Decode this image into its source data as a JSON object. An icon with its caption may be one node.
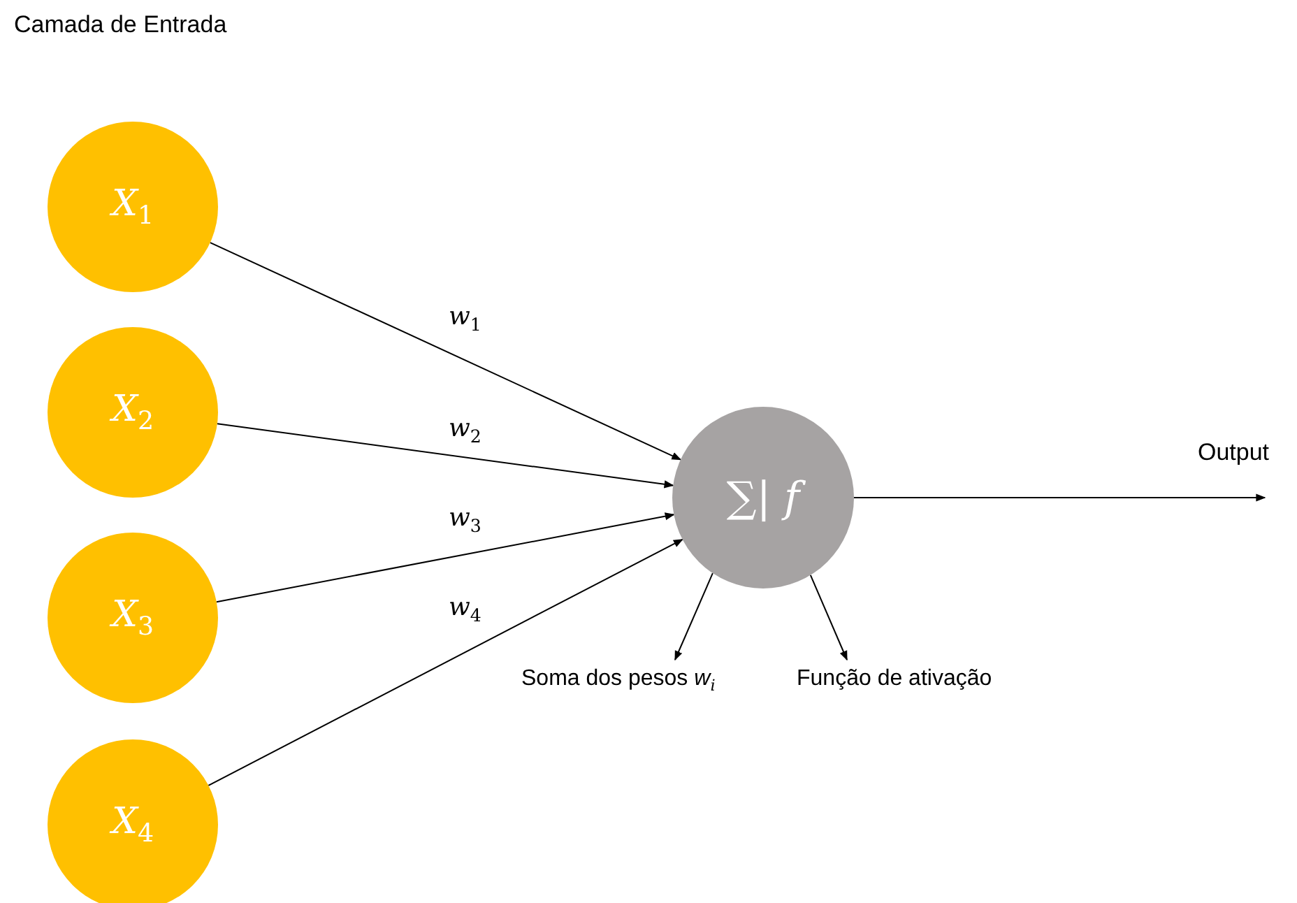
{
  "diagram": {
    "title": "Camada de Entrada",
    "nodes": [
      {
        "text": [
          "X$_{1}$"
        ]
      },
      {
        "text": [
          "X$_{2}$"
        ]
      },
      {
        "text": [
          "X$_{3}$"
        ]
      },
      {
        "text": [
          "X$_{4}$"
        ]
      },
      {
        "text": [
          "∑| *f*"
        ]
      },
      {
        "text": [
          "Soma dos pesos *w*$_{i}$"
        ]
      },
      {
        "text": [
          "Função de ativação"
        ]
      }
    ],
    "edges": [
      {
        "from": 0,
        "to": 4,
        "arrow": "to",
        "label": "*w*$_{1}$"
      },
      {
        "from": 1,
        "to": 4,
        "arrow": "to",
        "label": "*w*$_{2}$"
      },
      {
        "from": 2,
        "to": 4,
        "arrow": "to",
        "label": "*w*$_{3}$"
      },
      {
        "from": 3,
        "to": 4,
        "arrow": "to",
        "label": "*w*$_{4}$"
      },
      {
        "from": 4,
        "to": null,
        "arrow": "to",
        "label": "Output"
      },
      {
        "from": 4,
        "to": 5,
        "arrow": "to"
      },
      {
        "from": 4,
        "to": 6,
        "arrow": "to"
      }
    ]
  }
}
